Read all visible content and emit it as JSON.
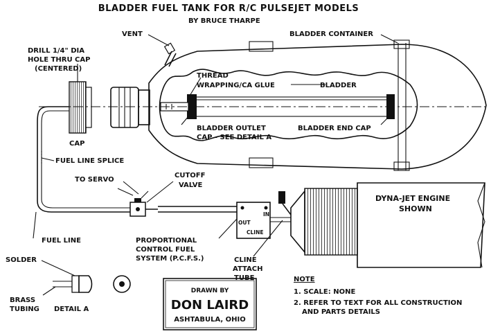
{
  "title": "BLADDER FUEL TANK FOR R/C PULSEJET MODELS",
  "byline": "BY BRUCE THARPE",
  "labels": {
    "vent": "VENT",
    "bladder_container": "BLADDER CONTAINER",
    "drill_line1": "DRILL 1/4\" DIA",
    "drill_line2": "HOLE THRU CAP",
    "drill_line3": "(CENTERED)",
    "thread_line1": "THREAD",
    "thread_line2": "WRAPPING/CA GLUE",
    "bladder": "BLADDER",
    "cap": "CAP",
    "bladder_outlet_line1": "BLADDER OUTLET",
    "bladder_outlet_line2": "CAP - SEE DETAIL A",
    "bladder_end_cap": "BLADDER END CAP",
    "fuel_line_splice": "FUEL LINE SPLICE",
    "to_servo": "TO SERVO",
    "cutoff_line1": "CUTOFF",
    "cutoff_line2": "VALVE",
    "engine_line1": "DYNA-JET ENGINE",
    "engine_line2": "SHOWN",
    "fuel_line": "FUEL LINE",
    "pcfs_line1": "PROPORTIONAL",
    "pcfs_line2": "CONTROL FUEL",
    "pcfs_line3": "SYSTEM (P.C.F.S.)",
    "pcfs_in": "IN",
    "pcfs_out": "OUT",
    "pcfs_cline": "CLINE",
    "cline_line1": "CLINE",
    "cline_line2": "ATTACH",
    "cline_line3": "TUBE",
    "solder": "SOLDER",
    "brass_line1": "BRASS",
    "brass_line2": "TUBING",
    "detail_a": "DETAIL A"
  },
  "note": {
    "heading": "NOTE",
    "item1": "1. SCALE: NONE",
    "item2_line1": "2. REFER TO TEXT FOR ALL CONSTRUCTION",
    "item2_line2": "AND PARTS DETAILS"
  },
  "credit": {
    "drawn_by": "DRAWN BY",
    "name": "DON LAIRD",
    "location": "ASHTABULA, OHIO"
  }
}
